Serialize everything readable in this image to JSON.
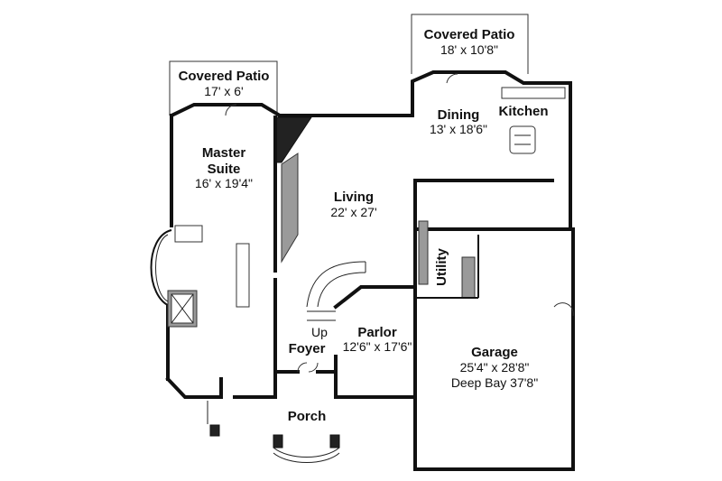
{
  "rooms": {
    "covered_patio_left": {
      "name": "Covered Patio",
      "dims": "17' x 6'"
    },
    "covered_patio_right": {
      "name": "Covered Patio",
      "dims": "18' x 10'8\""
    },
    "master_suite": {
      "name_line1": "Master",
      "name_line2": "Suite",
      "dims": "16' x 19'4\""
    },
    "kitchen": {
      "name": "Kitchen"
    },
    "dining": {
      "name": "Dining",
      "dims": "13' x 18'6\""
    },
    "living": {
      "name": "Living",
      "dims": "22' x 27'"
    },
    "utility": {
      "name": "Utility"
    },
    "parlor": {
      "name": "Parlor",
      "dims": "12'6\" x 17'6\""
    },
    "foyer": {
      "name": "Foyer",
      "stair_label": "Up"
    },
    "garage": {
      "name": "Garage",
      "dims": "25'4\" x 28'8\"",
      "note": "Deep Bay 37'8\""
    },
    "porch": {
      "name": "Porch"
    }
  }
}
